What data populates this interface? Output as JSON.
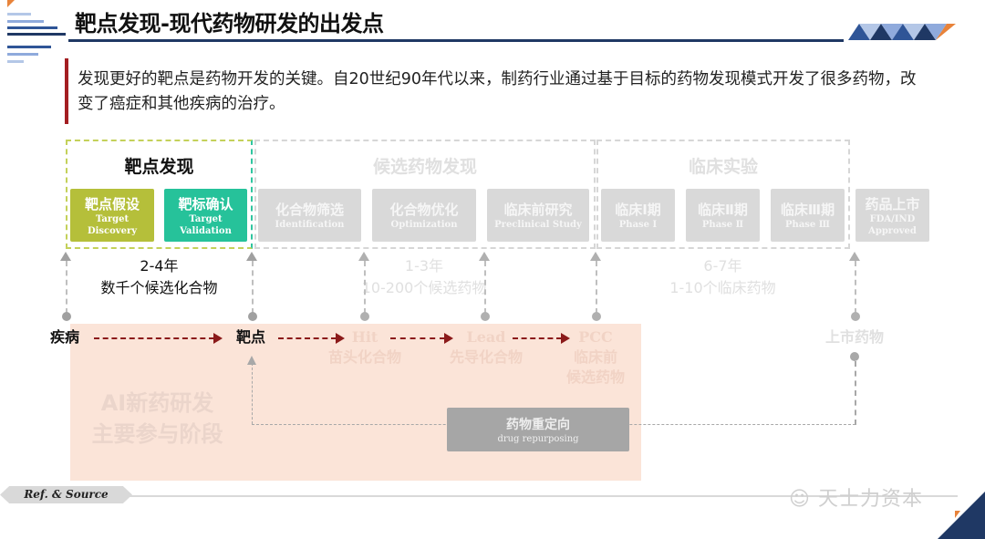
{
  "header": {
    "title": "靶点发现-现代药物研发的出发点"
  },
  "intro": {
    "text": "发现更好的靶点是药物开发的关键。自20世纪90年代以来，制药行业通过基于目标的药物发现模式开发了很多药物，改变了癌症和其他疾病的治疗。"
  },
  "stages": [
    {
      "title": "靶点发现",
      "duration": "2-4年",
      "count": "数千个候选化合物"
    },
    {
      "title": "候选药物发现",
      "duration": "1-3年",
      "count": "10-200个候选药物"
    },
    {
      "title": "临床实验",
      "duration": "6-7年",
      "count": "1-10个临床药物"
    }
  ],
  "cards": [
    {
      "cn": "靶点假设",
      "en1": "Target",
      "en2": "Discovery"
    },
    {
      "cn": "靶标确认",
      "en1": "Target",
      "en2": "Validation"
    },
    {
      "cn": "化合物筛选",
      "en1": "Identification"
    },
    {
      "cn": "化合物优化",
      "en1": "Optimization"
    },
    {
      "cn": "临床前研究",
      "en1": "Preclinical Study"
    },
    {
      "cn": "临床Ⅰ期",
      "en1": "Phase Ⅰ"
    },
    {
      "cn": "临床Ⅱ期",
      "en1": "Phase Ⅱ"
    },
    {
      "cn": "临床Ⅲ期",
      "en1": "Phase Ⅲ"
    },
    {
      "cn": "药品上市",
      "en1": "FDA/IND",
      "en2": "Approved"
    }
  ],
  "flow": {
    "disease": "疾病",
    "target": "靶点",
    "hit": "Hit",
    "hit_cn": "苗头化合物",
    "lead": "Lead",
    "lead_cn": "先导化合物",
    "pcc": "PCC",
    "pcc_cn1": "临床前",
    "pcc_cn2": "候选药物",
    "market": "上市药物"
  },
  "ai_zone": {
    "line1": "AI新药研发",
    "line2": "主要参与阶段"
  },
  "repurpose": {
    "cn": "药物重定向",
    "en": "drug repurposing"
  },
  "footer": {
    "ref": "Ref. & Source",
    "watermark": "天士力资本"
  },
  "colors": {
    "navy": "#1f3864",
    "accent_red": "#a31e22",
    "olive": "#b5bf3a",
    "teal": "#26c29a",
    "peach": "#fbe4d8",
    "orange": "#e8833a"
  }
}
